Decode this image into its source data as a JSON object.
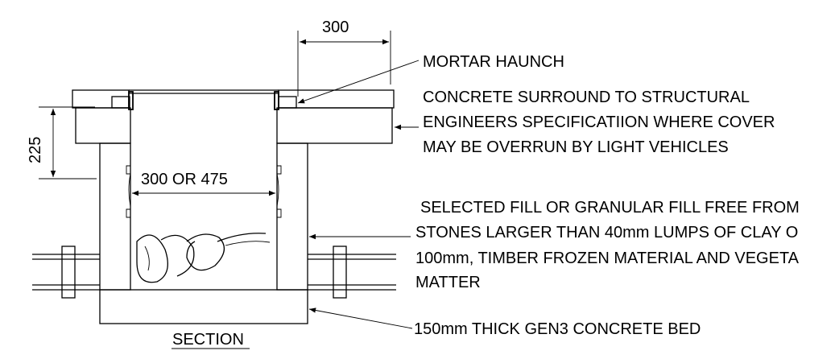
{
  "dimensions": {
    "top_width": "300",
    "height": "225",
    "inner_width": "300 OR 475"
  },
  "labels": {
    "mortar_haunch": "MORTAR HAUNCH",
    "concrete_surround": [
      "CONCRETE SURROUND TO STRUCTURAL",
      "ENGINEERS SPECIFICATIION WHERE COVER",
      "MAY BE OVERRUN BY LIGHT VEHICLES"
    ],
    "selected_fill": [
      "SELECTED FILL OR GRANULAR FILL FREE FROM",
      "STONES LARGER THAN 40mm LUMPS OF CLAY O",
      "100mm, TIMBER FROZEN MATERIAL AND VEGETA",
      "MATTER"
    ],
    "concrete_bed": "150mm THICK GEN3 CONCRETE BED"
  },
  "title": "SECTION"
}
